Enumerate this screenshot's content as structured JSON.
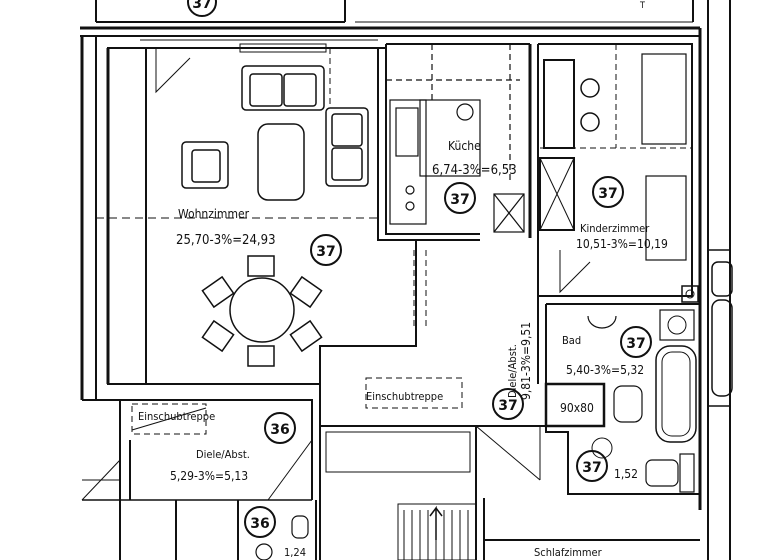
{
  "rooms": {
    "wohnzimmer": {
      "name": "Wohnzimmer",
      "area": "25,70-3%=24,93",
      "unit": "37"
    },
    "kueche": {
      "name": "Küche",
      "area": "6,74-3%=6,53",
      "unit": "37"
    },
    "kinderzimmer": {
      "name": "Kinderzimmer",
      "area": "10,51-3%=10,19",
      "unit": "37"
    },
    "bad": {
      "name": "Bad",
      "area": "5,40-3%=5,32",
      "unit": "37"
    },
    "diele_37": {
      "name": "Diele/Abst.",
      "area": "9,81-3%=9,51",
      "unit": "37"
    },
    "diele_36": {
      "name": "Diele/Abst.",
      "area": "5,29-3%=5,13",
      "unit": "36"
    },
    "wc_37": {
      "area": "1,52",
      "unit": "37"
    },
    "wc_36": {
      "area": "1,24",
      "unit": "36"
    },
    "schlafzimmer": {
      "name": "Schlafzimmer"
    }
  },
  "top_unit_marker": "37",
  "labels": {
    "einschub_1": "Einschubtreppe",
    "einschub_2": "Einschubtreppe",
    "shower_size": "90x80"
  }
}
